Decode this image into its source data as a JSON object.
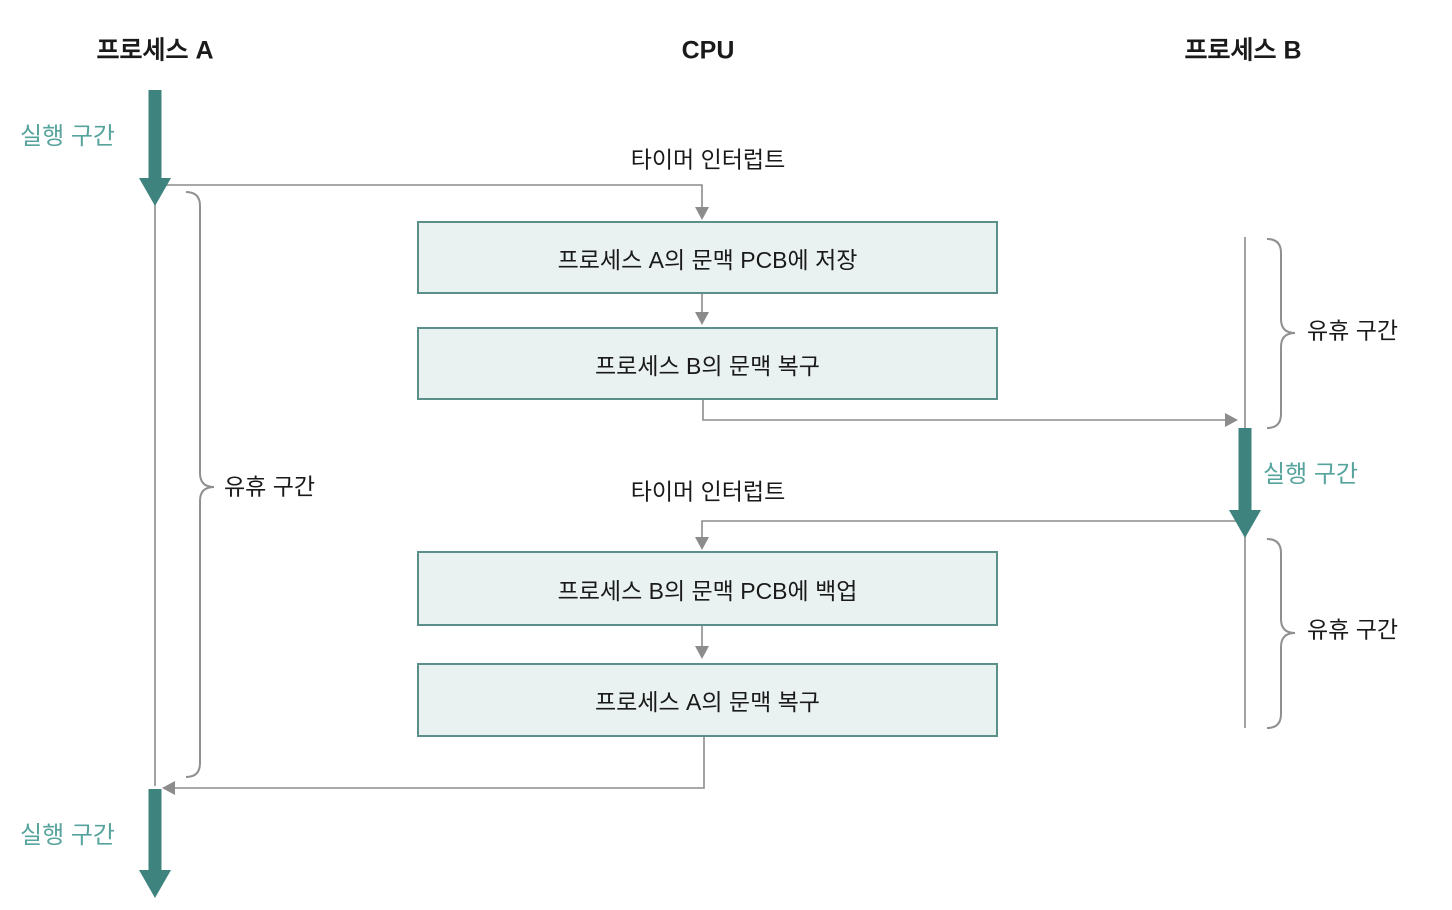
{
  "diagram": {
    "headers": {
      "process_a": "프로세스 A",
      "cpu": "CPU",
      "process_b": "프로세스 B"
    },
    "timer_interrupt_1": "타이머 인터럽트",
    "timer_interrupt_2": "타이머 인터럽트",
    "boxes": {
      "save_a": "프로세스 A의 문맥 PCB에 저장",
      "restore_b": "프로세스 B의 문맥 복구",
      "backup_b": "프로세스 B의 문맥 PCB에 백업",
      "restore_a": "프로세스 A의 문맥 복구"
    },
    "labels": {
      "run_a_top": "실행 구간",
      "run_b": "실행 구간",
      "run_a_bottom": "실행 구간",
      "idle_a": "유휴 구간",
      "idle_b_top": "유휴 구간",
      "idle_b_bottom": "유휴 구간"
    },
    "colors": {
      "teal_arrow": "#3E837E",
      "teal_label": "#57A39D",
      "line_gray": "#8C8C8C",
      "brace_gray": "#909090",
      "box_border": "#5B8F89",
      "box_fill": "#E9F2F0",
      "text": "#1A1A1A"
    }
  }
}
